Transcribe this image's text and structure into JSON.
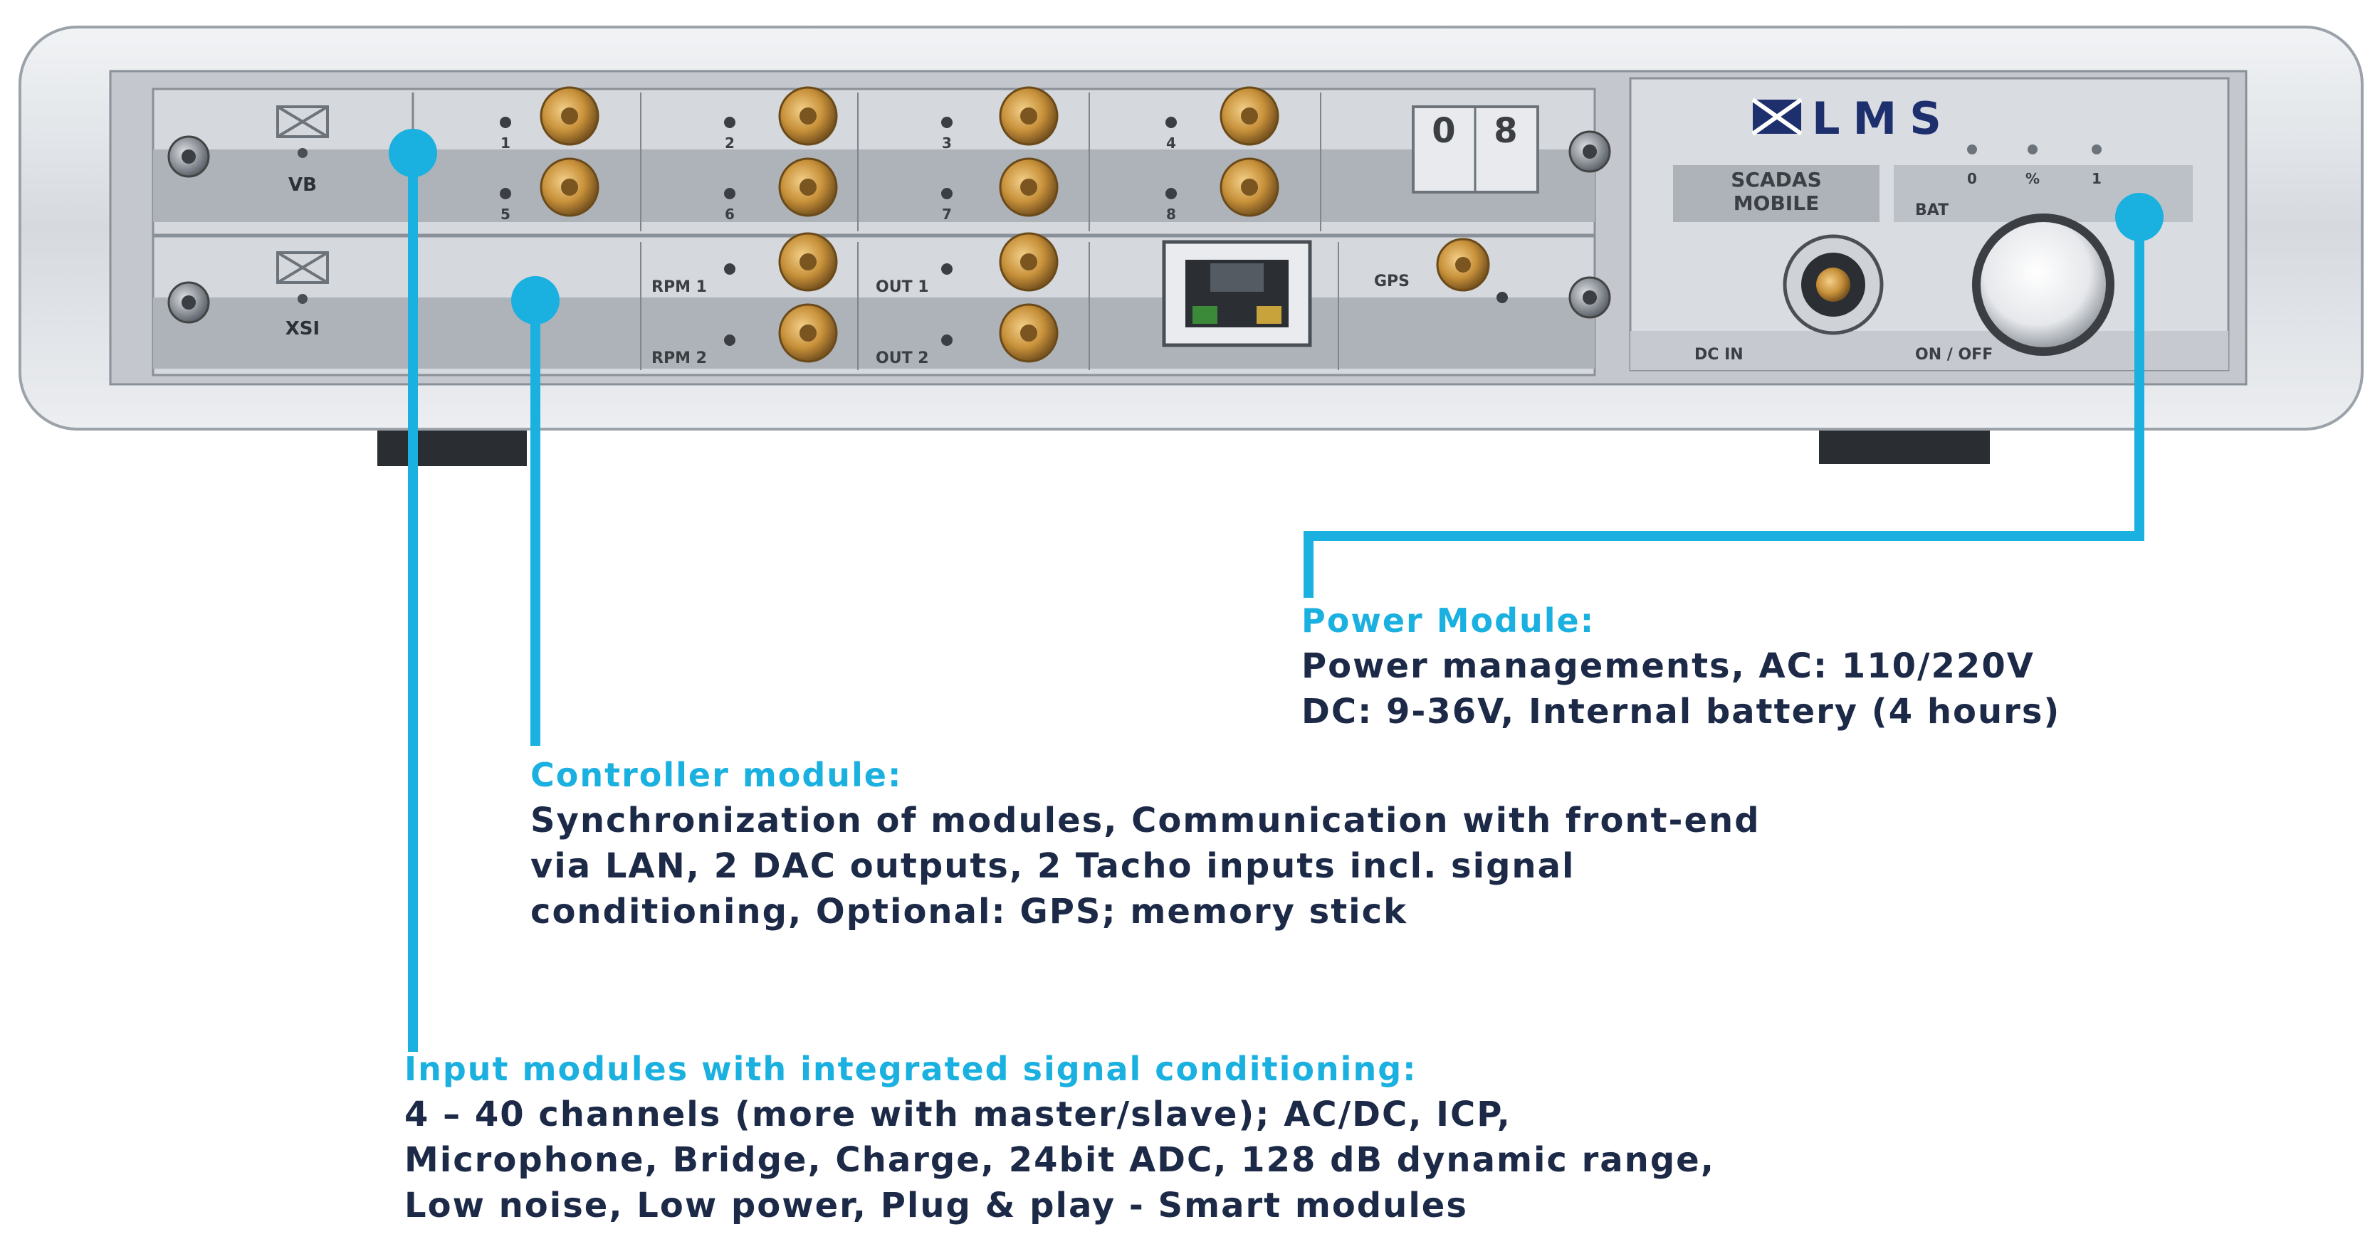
{
  "device": {
    "brand": "LMS",
    "model_line1": "SCADAS",
    "model_line2": "MOBILE",
    "input_module_label": "VB",
    "controller_module_label": "XSI",
    "channel_numbers": [
      "1",
      "2",
      "3",
      "4",
      "5",
      "6",
      "7",
      "8"
    ],
    "rpm1_label": "RPM 1",
    "rpm2_label": "RPM 2",
    "out1_label": "OUT 1",
    "out2_label": "OUT 2",
    "gps_label": "GPS",
    "bat_label": "BAT",
    "bat_marks": [
      "0",
      "%",
      "1"
    ],
    "dc_in_label": "DC IN",
    "on_off_label": "ON / OFF",
    "display_digit1": "0",
    "display_digit2": "8"
  },
  "callouts": {
    "power": {
      "heading": "Power Module:",
      "lines": [
        "Power managements, AC: 110/220V",
        "DC: 9-36V, Internal battery (4 hours)"
      ]
    },
    "controller": {
      "heading": "Controller module:",
      "lines": [
        "Synchronization of modules, Communication with front-end",
        "via LAN, 2 DAC outputs, 2 Tacho inputs incl. signal",
        "conditioning, Optional: GPS; memory stick"
      ]
    },
    "input": {
      "heading": "Input modules with integrated signal conditioning:",
      "lines": [
        "4 – 40 channels (more with master/slave); AC/DC, ICP,",
        "Microphone, Bridge, Charge, 24bit ADC, 128 dB dynamic range,",
        "Low noise, Low power, Plug & play - Smart modules"
      ]
    }
  },
  "colors": {
    "accent": "#1ab0e0",
    "text": "#1c2a48",
    "chassis": "#d9dde2",
    "panel": "#b9bec5",
    "connector": "#c8913a"
  }
}
